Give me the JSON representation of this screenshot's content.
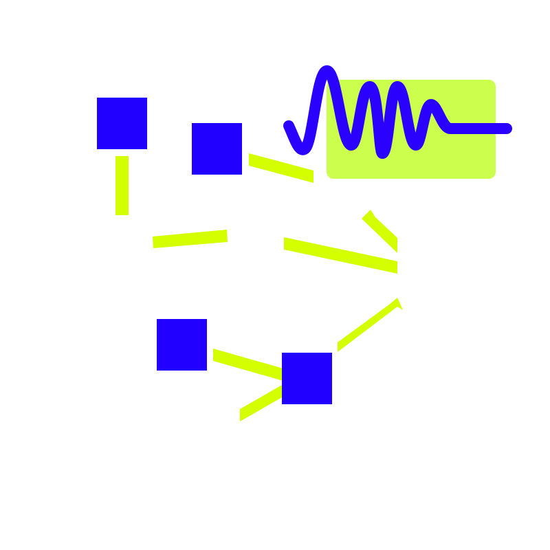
{
  "colors": {
    "background": "#ffffff",
    "node_fill": "#2200ff",
    "connector": "#d4ff00",
    "wave_stroke": "#2a00ff",
    "wave_panel": "#ccff4d"
  },
  "nodes": [
    {
      "id": "node-top-left",
      "shape": "square"
    },
    {
      "id": "node-top-middle",
      "shape": "square"
    },
    {
      "id": "node-bottom-left",
      "shape": "square"
    },
    {
      "id": "node-bottom-middle",
      "shape": "square"
    }
  ],
  "connectors": [
    {
      "id": "connector-vertical-left"
    },
    {
      "id": "connector-horizontal-middle"
    },
    {
      "id": "connector-top-middle-to-wave"
    },
    {
      "id": "connector-long-diagonal"
    },
    {
      "id": "connector-arrow-upper"
    },
    {
      "id": "connector-right-lower"
    },
    {
      "id": "connector-bottom-left-to-bottom-middle"
    },
    {
      "id": "connector-bottom-middle-down-left"
    }
  ],
  "wave_panel": {
    "icon": "waveform-icon"
  }
}
